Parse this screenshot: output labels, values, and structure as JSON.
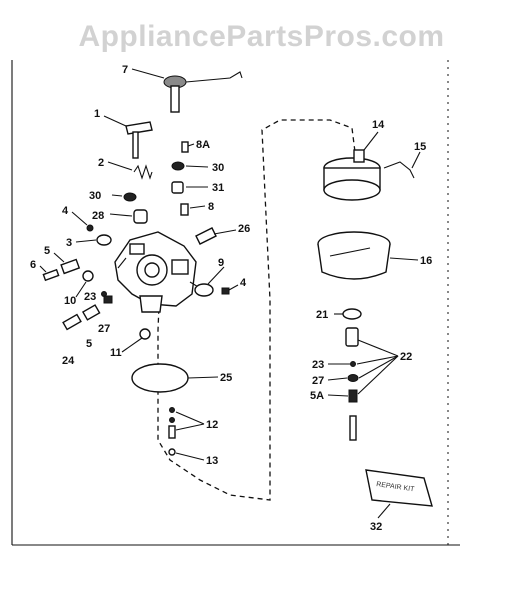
{
  "watermark": "AppliancePartsPros.com",
  "callouts": {
    "c1": "1",
    "c2": "2",
    "c3": "3",
    "c4a": "4",
    "c4b": "4",
    "c5a": "5",
    "c5b": "5",
    "c5A": "5A",
    "c6": "6",
    "c7": "7",
    "c8": "8",
    "c8A": "8A",
    "c9": "9",
    "c10": "10",
    "c11": "11",
    "c12": "12",
    "c13": "13",
    "c14": "14",
    "c15": "15",
    "c16": "16",
    "c21": "21",
    "c22": "22",
    "c23a": "23",
    "c23b": "23",
    "c24": "24",
    "c25": "25",
    "c26": "26",
    "c27a": "27",
    "c27b": "27",
    "c28": "28",
    "c30a": "30",
    "c30b": "30",
    "c31": "31",
    "c32": "32"
  },
  "tag_text": "REPAIR KIT"
}
